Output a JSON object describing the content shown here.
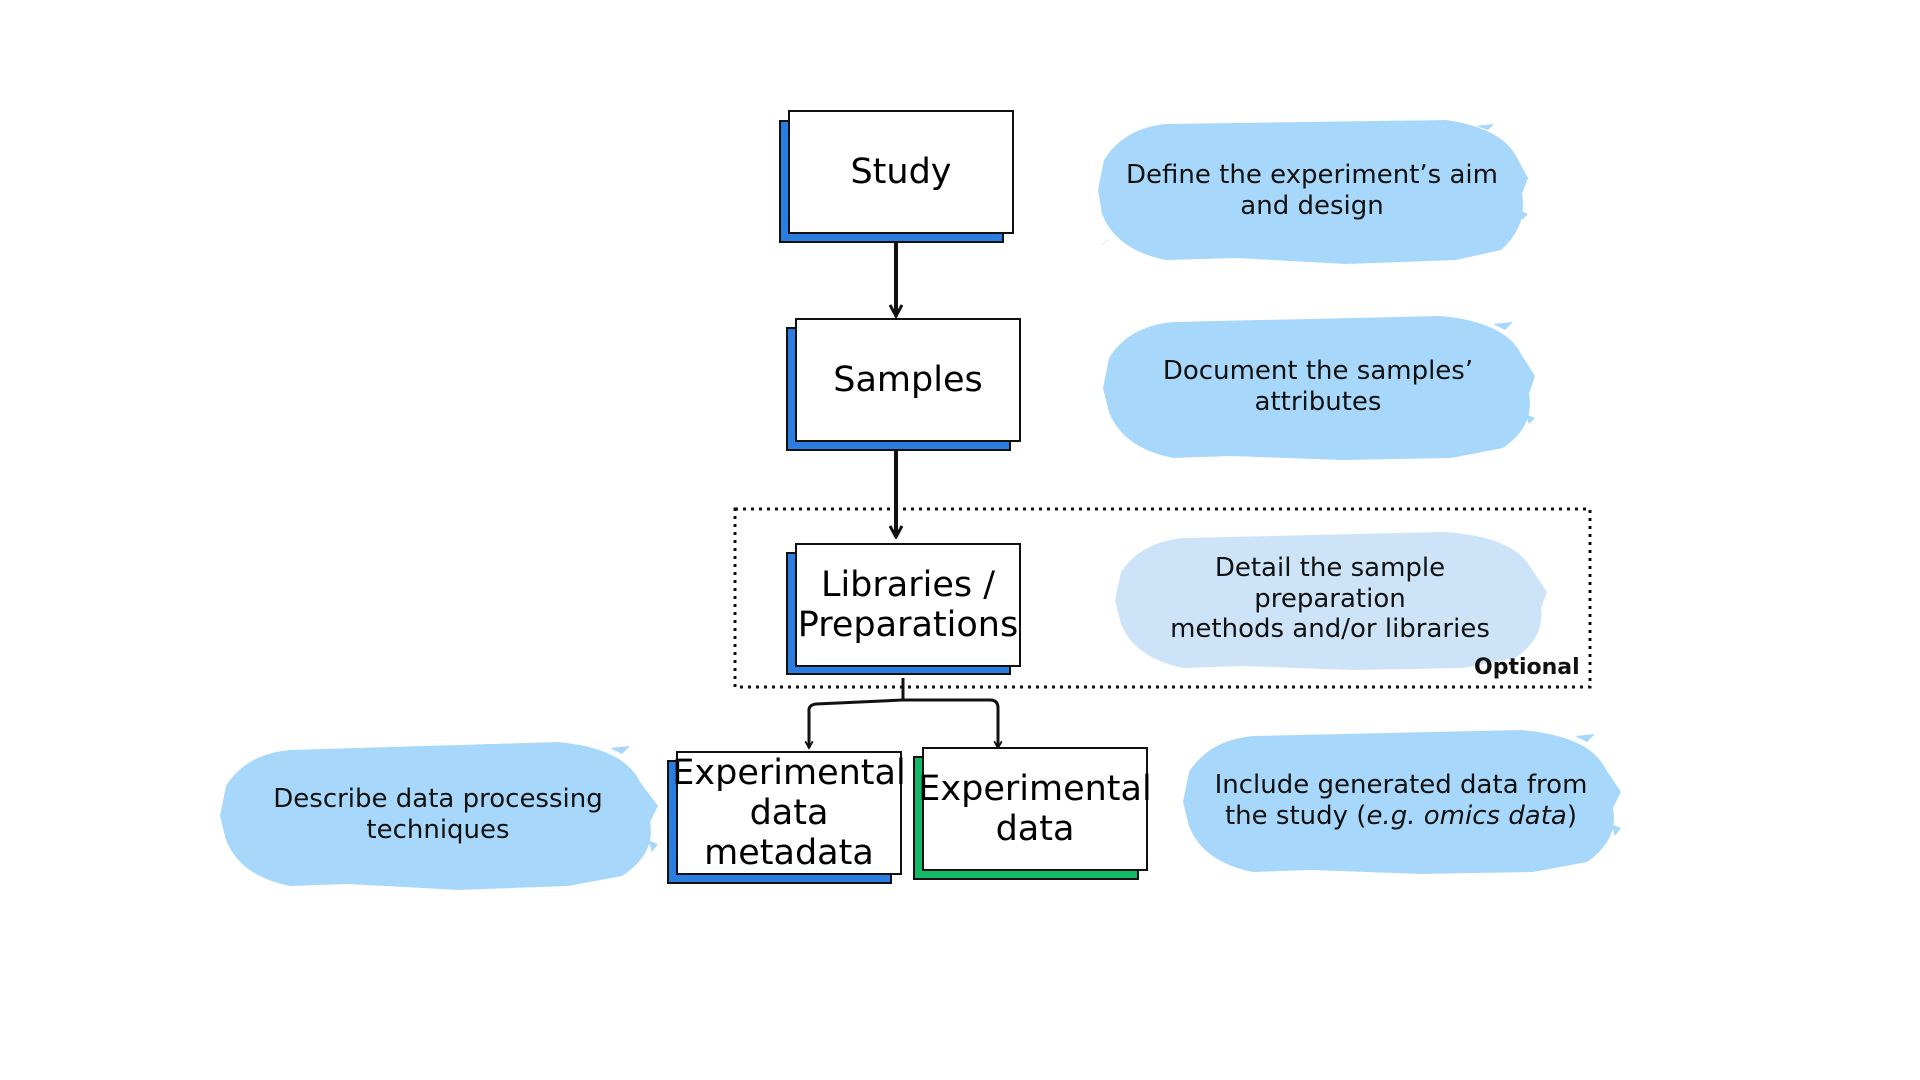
{
  "colors": {
    "blue_shadow": "#2b7de0",
    "green_shadow": "#14b866",
    "blob_blue": "#a7d8fb",
    "blob_pale": "#cde4f8",
    "ink": "#111111"
  },
  "nodes": {
    "study": {
      "label": "Study"
    },
    "samples": {
      "label": "Samples"
    },
    "libraries": {
      "line1": "Libraries /",
      "line2": "Preparations"
    },
    "exp_metadata": {
      "line1": "Experimental",
      "line2": "data",
      "line3": "metadata"
    },
    "exp_data": {
      "line1": "Experimental",
      "line2": "data"
    }
  },
  "notes": {
    "study": {
      "line1": "Define the experiment’s aim",
      "line2": "and design"
    },
    "samples": {
      "line1": "Document the samples’",
      "line2": "attributes"
    },
    "libraries": {
      "line1": "Detail the sample preparation",
      "line2": "methods and/or libraries"
    },
    "exp_data": {
      "line1": "Include generated data from",
      "line2_prefix": "the study (",
      "line2_italic": "e.g. omics data",
      "line2_suffix": ")"
    },
    "exp_metadata": {
      "line1": "Describe data processing",
      "line2": "techniques"
    }
  },
  "optional_group": {
    "label": "Optional"
  }
}
